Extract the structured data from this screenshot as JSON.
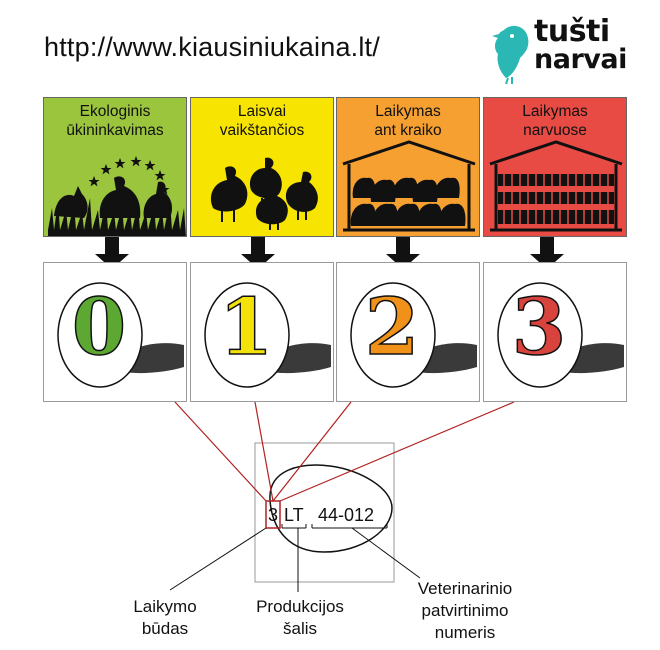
{
  "url": "http://www.kiausiniukaina.lt/",
  "logo": {
    "line1": "tušti",
    "line2": "narvai",
    "accent": "#2bb7b3"
  },
  "categories": [
    {
      "line1": "Ekologinis",
      "line2": "ūkininkavimas",
      "color": "#9bc53d",
      "digit": "0",
      "digit_color": "#5ca832"
    },
    {
      "line1": "Laisvai",
      "line2": "vaikštančios",
      "color": "#f7e400",
      "digit": "1",
      "digit_color": "#f2e20a"
    },
    {
      "line1": "Laikymas",
      "line2": "ant kraiko",
      "color": "#f5a030",
      "digit": "2",
      "digit_color": "#f0921a"
    },
    {
      "line1": "Laikymas",
      "line2": "narvuose",
      "color": "#e84a44",
      "digit": "3",
      "digit_color": "#d9433d"
    }
  ],
  "code": {
    "method": "3",
    "country": "LT",
    "number": "44-012"
  },
  "labels": {
    "method": {
      "line1": "Laikymo",
      "line2": "būdas"
    },
    "country": {
      "line1": "Produkcijos",
      "line2": "šalis"
    },
    "number": {
      "line1": "Veterinarinio",
      "line2": "patvirtinimo",
      "line3": "numeris"
    }
  }
}
